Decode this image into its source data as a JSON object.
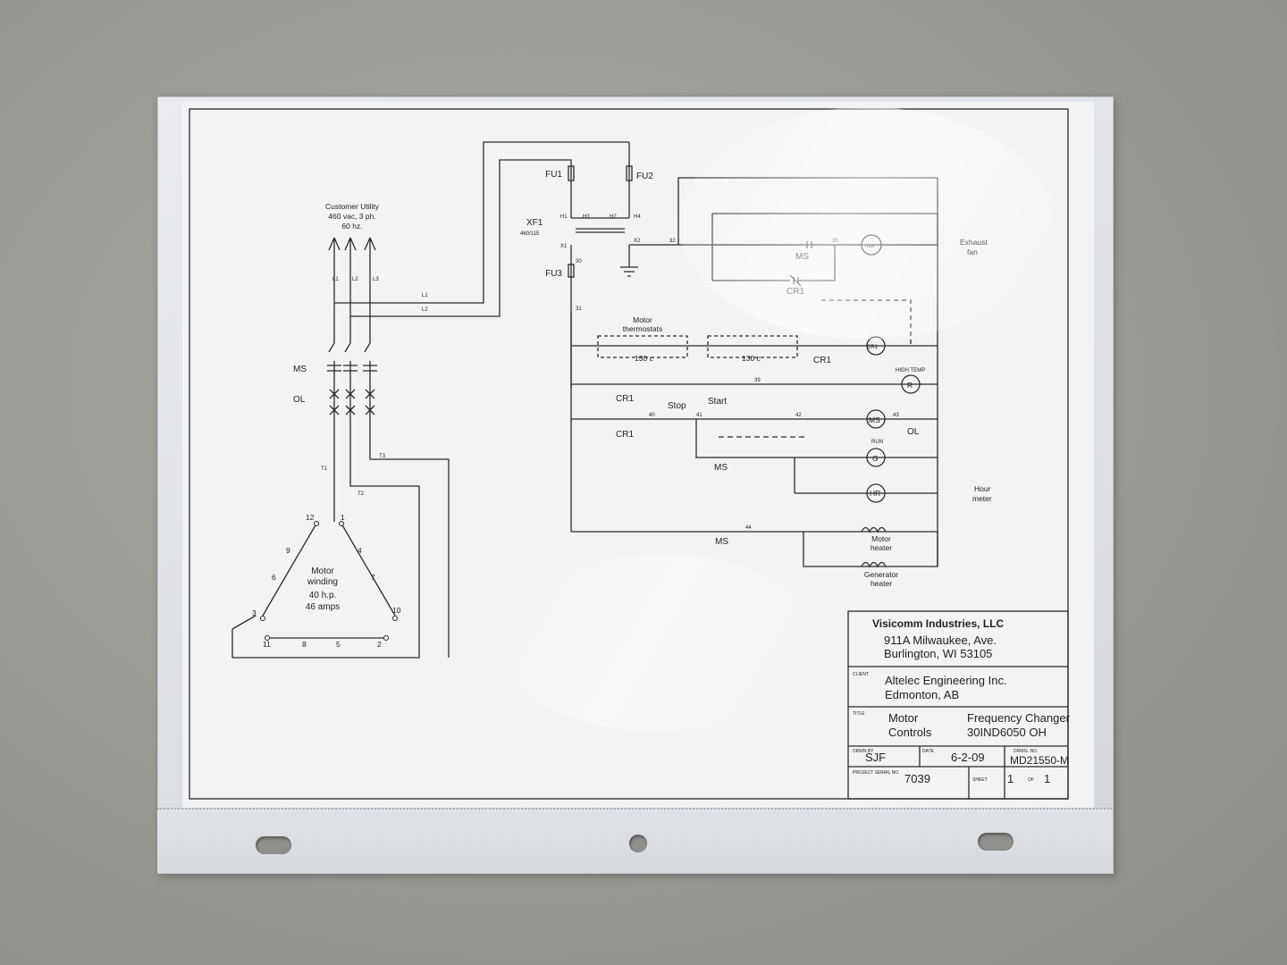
{
  "diagram": {
    "utility": {
      "line1": "Customer Utility",
      "line2": "460 vac,  3 ph.",
      "line3": "60 hz."
    },
    "lines": {
      "l1": "L1",
      "l2": "L2",
      "l3": "L3",
      "t1": "T1",
      "t2": "T2",
      "t3": "T3"
    },
    "labels": {
      "ms": "MS",
      "ol": "OL",
      "cr1": "CR1",
      "xf1": "XF1",
      "xf1_rating": "460/115",
      "fu1": "FU1",
      "fu2": "FU2",
      "fu3": "FU3",
      "h1": "H1",
      "h2": "H2",
      "h3": "H3",
      "h4": "H4",
      "x1": "X1",
      "x2": "X2"
    },
    "motor": {
      "line1": "Motor",
      "line2": "winding",
      "line3": "40 h.p.",
      "line4": "46 amps"
    },
    "terminals": [
      "12",
      "1",
      "9",
      "4",
      "6",
      "7",
      "3",
      "10",
      "11",
      "8",
      "5",
      "2"
    ],
    "wire_numbers": [
      "30",
      "31",
      "32",
      "35",
      "39",
      "40",
      "41",
      "42",
      "43",
      "44"
    ],
    "control": {
      "mot": "mot",
      "exhaust_fan_1": "Exhaust",
      "exhaust_fan_2": "fan",
      "thermostats_1": "Motor",
      "thermostats_2": "thermostats",
      "temp": "130 c",
      "high_temp": "HIGH TEMP",
      "r": "R",
      "stop": "Stop",
      "start": "Start",
      "ms_coil": "MS",
      "run": "RUN",
      "g": "G",
      "hr": "HR",
      "hour_meter_1": "Hour",
      "hour_meter_2": "meter",
      "motor_heater_1": "Motor",
      "motor_heater_2": "heater",
      "gen_heater_1": "Generator",
      "gen_heater_2": "heater"
    }
  },
  "title_block": {
    "company": "Visicomm Industries, LLC",
    "address1": "911A  Milwaukee, Ave.",
    "address2": "Burlington, WI  53105",
    "client_label": "CLIENT",
    "client1": "Altelec Engineering Inc.",
    "client2": "Edmonton, AB",
    "title_label": "TITLE",
    "title1": "Motor",
    "title2": "Controls",
    "title3": "Frequency Changer",
    "title4": "30IND6050 OH",
    "drawn_label": "DRWN BY",
    "drawn": "SJF",
    "date_label": "DATE",
    "date": "6-2-09",
    "dwg_label": "DRWG. NO.",
    "dwg": "MD21550-M",
    "serial_label": "PROJECT SERIAL NO.",
    "serial": "7039",
    "sheet_label": "SHEET",
    "sheet": "1",
    "of_label": "OF",
    "of": "1"
  }
}
